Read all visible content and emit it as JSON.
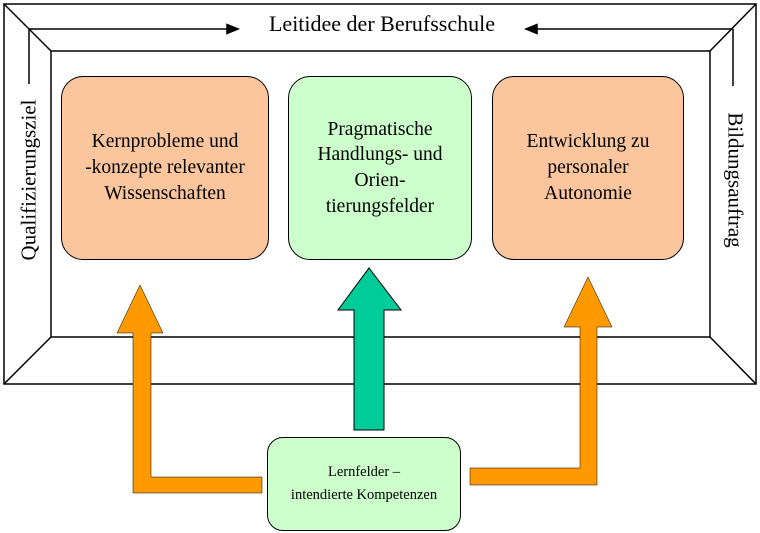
{
  "frame": {
    "top_label": "Leitidee der Berufsschule",
    "left_label": "Qualifizierungsziel",
    "right_label": "Bildungsauftrag"
  },
  "boxes": {
    "left": "Kernprobleme und\n-konzepte relevanter\nWissenschaften",
    "middle": "Pragmatische\nHandlungs- und\nOrien-\ntierungsfelder",
    "right": "Entwicklung zu\npersonaler\nAutonomie",
    "bottom": "Lernfelder –\nintendierte Kompetenzen"
  },
  "colors": {
    "orange_box": "#fbc59d",
    "green_box": "#ccffcc",
    "orange_arrow": "#ff9900",
    "teal_arrow": "#00cc99"
  }
}
